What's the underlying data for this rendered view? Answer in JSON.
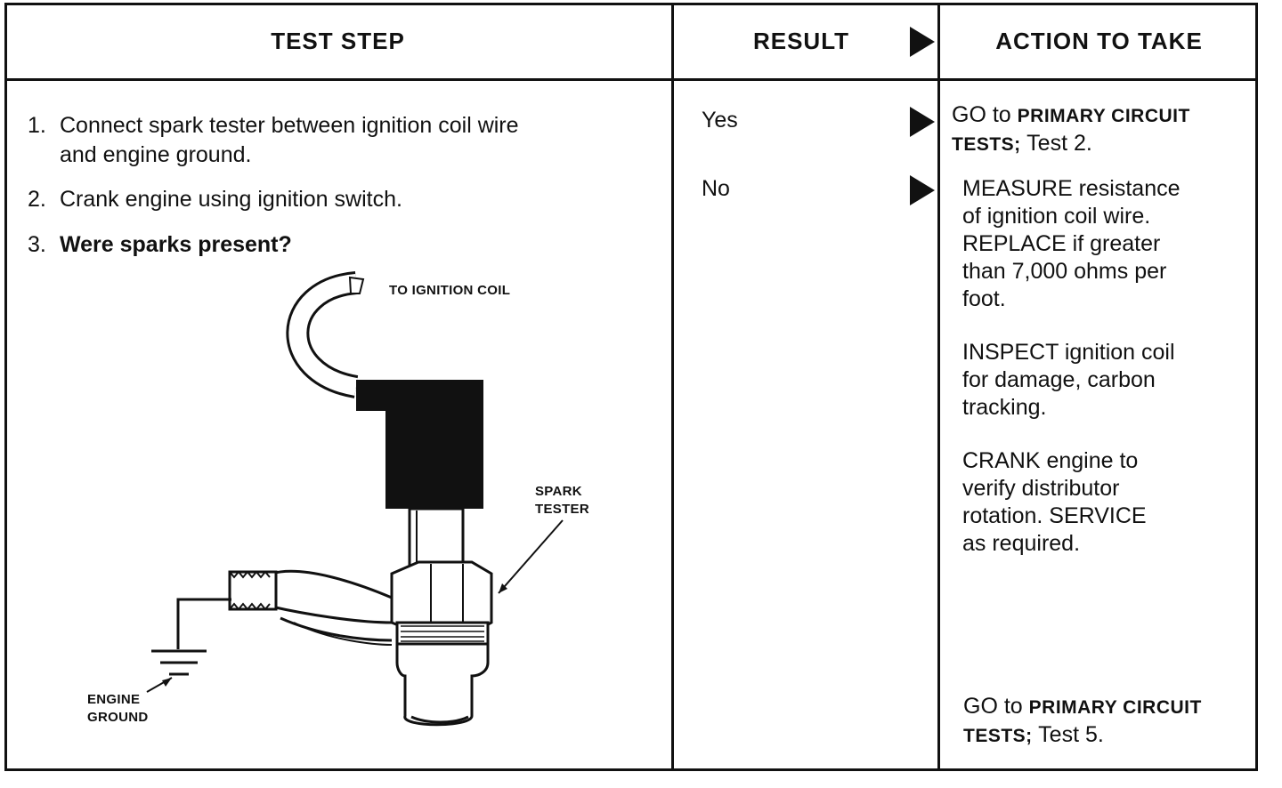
{
  "header": {
    "test_step": "TEST STEP",
    "result": "RESULT",
    "action": "ACTION TO TAKE"
  },
  "steps": [
    {
      "num": "1.",
      "line1": "Connect spark tester between ignition coil wire",
      "line2": "and engine ground."
    },
    {
      "num": "2.",
      "text": "Crank engine using ignition switch."
    },
    {
      "num": "3.",
      "text": "Were sparks present?"
    }
  ],
  "results": {
    "yes": "Yes",
    "no": "No"
  },
  "actions": {
    "yes": {
      "go": "GO to",
      "primary": "PRIMARY CIRCUIT",
      "tests": "TESTS;",
      "test": "Test 2."
    },
    "no": {
      "measure": [
        "MEASURE resistance",
        "of ignition coil wire.",
        "REPLACE if greater",
        "than 7,000 ohms per",
        "foot."
      ],
      "inspect": [
        "INSPECT ignition coil",
        "for damage, carbon",
        "tracking."
      ],
      "crank": [
        "CRANK engine to",
        "verify distributor",
        "rotation. SERVICE",
        "as required."
      ],
      "go": "GO to",
      "primary": "PRIMARY CIRCUIT",
      "tests": "TESTS;",
      "test": "Test 5."
    }
  },
  "diagram": {
    "to_coil": "TO IGNITION COIL",
    "spark": "SPARK",
    "tester": "TESTER",
    "engine": "ENGINE",
    "ground": "GROUND"
  }
}
